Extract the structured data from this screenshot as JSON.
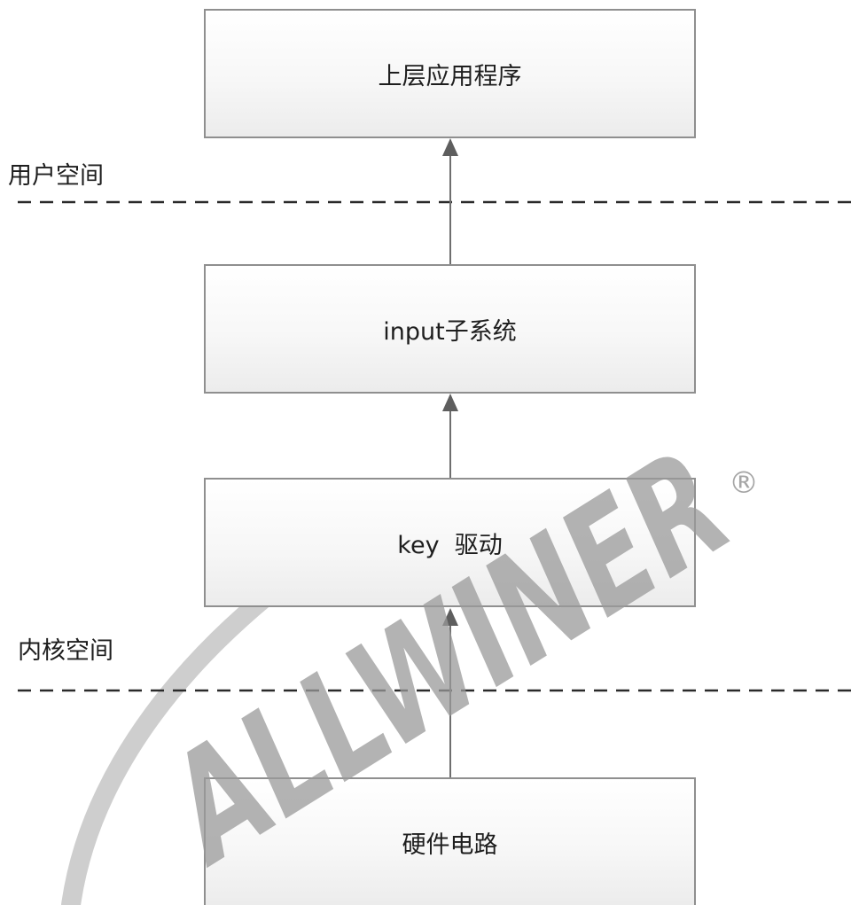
{
  "boxes": {
    "app": "上层应用程序",
    "input": "input子系统",
    "key_driver": "key  驱动",
    "hardware": "硬件电路"
  },
  "zones": {
    "user_space": "用户空间",
    "kernel_space": "内核空间"
  },
  "watermark": {
    "text": "ALLWINER",
    "mark": "®"
  },
  "colors": {
    "box_border": "#8f8f8f",
    "arrow": "#6e6e6e",
    "dashed_line": "#2a2a2a",
    "watermark": "#b3b3b3"
  }
}
